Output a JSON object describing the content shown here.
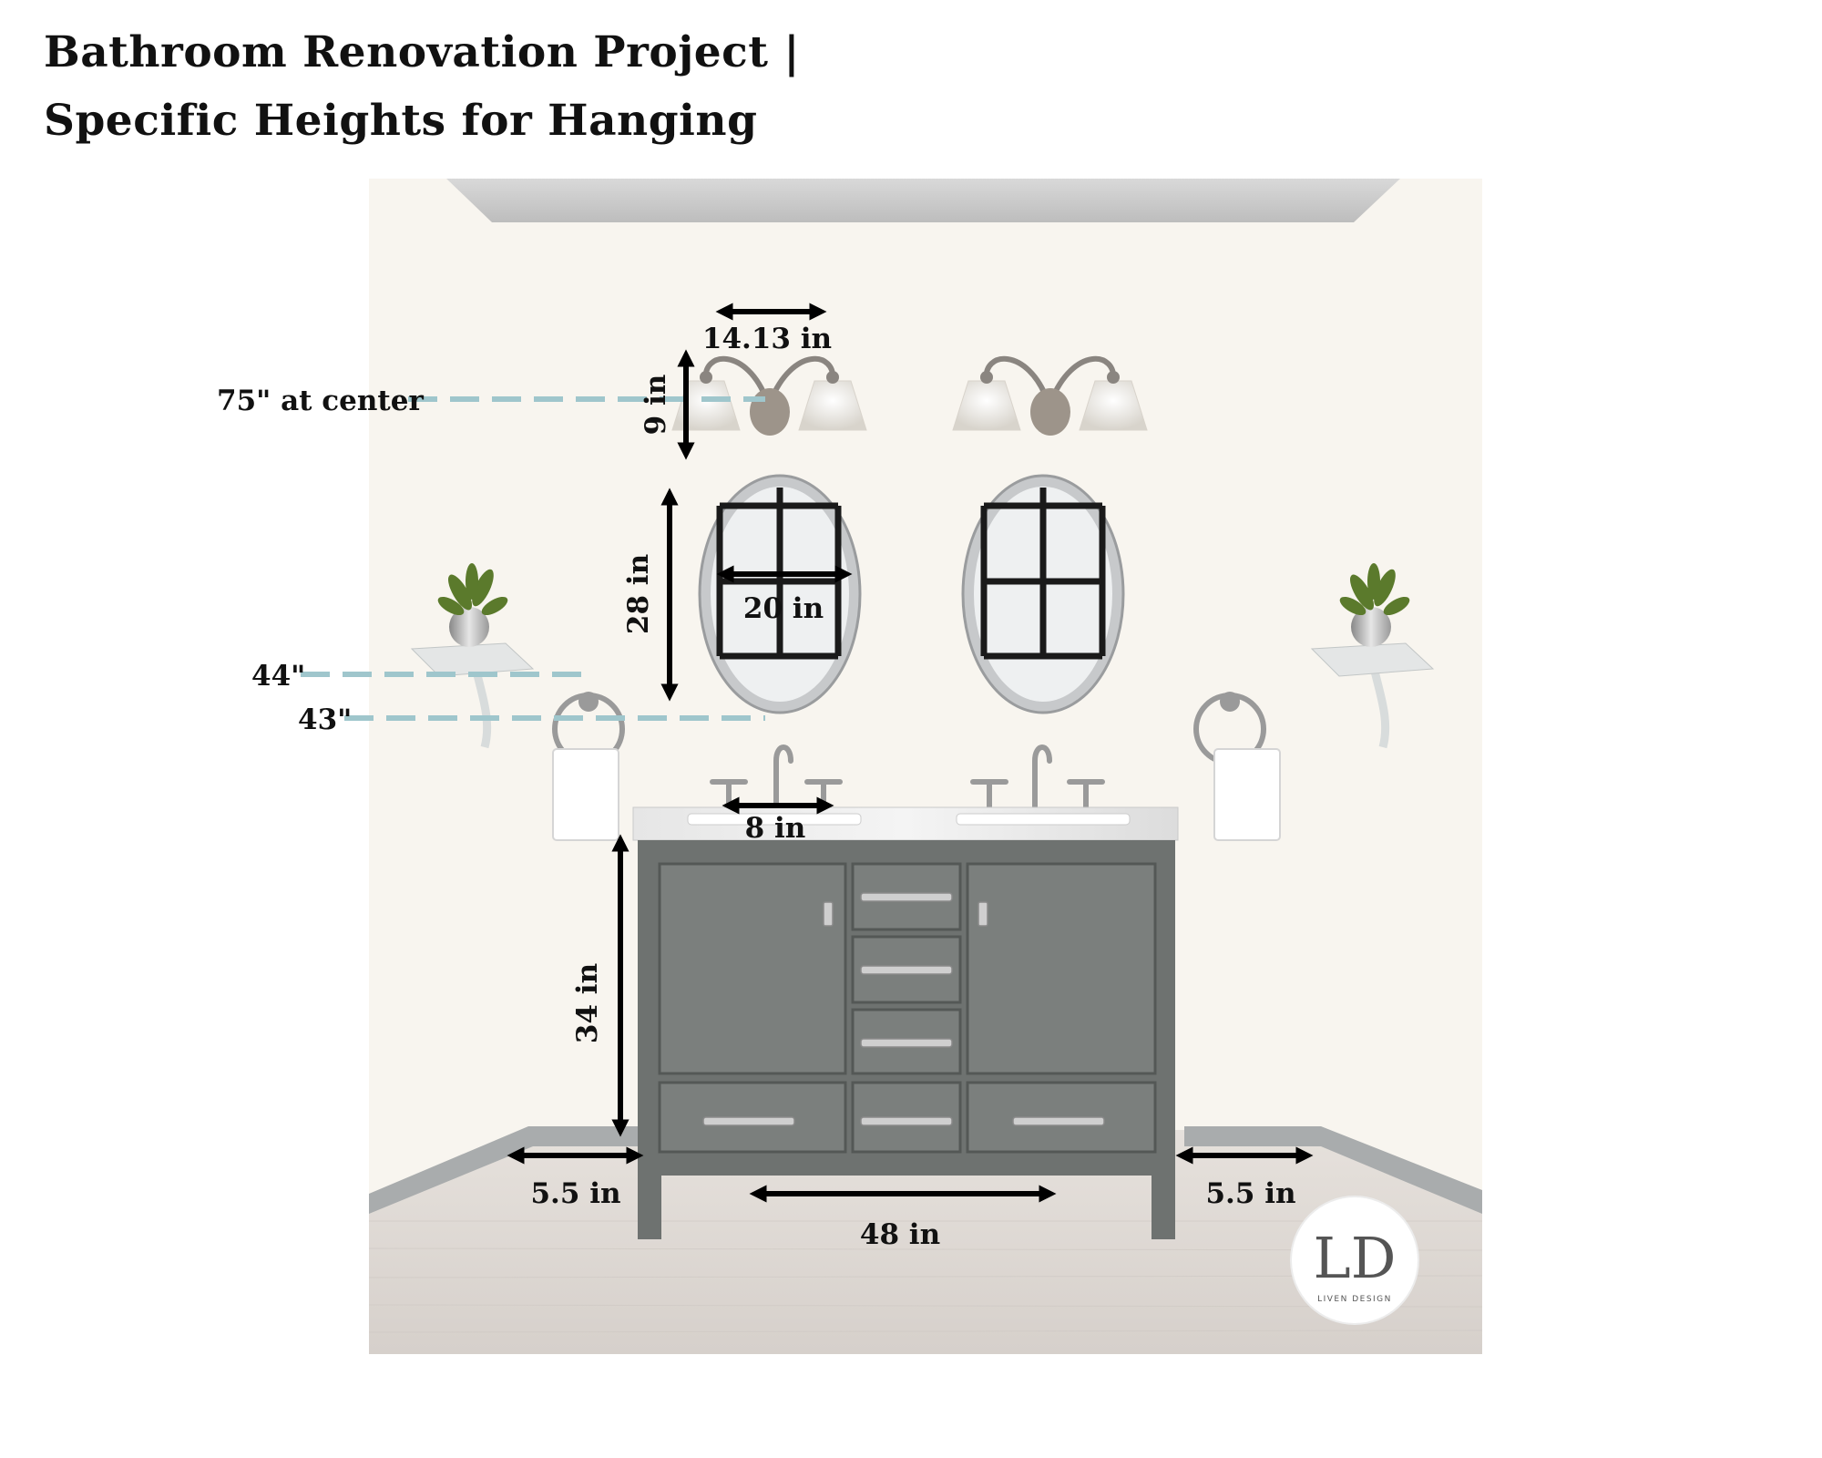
{
  "title": {
    "line1": "Bathroom Renovation Project  |",
    "line2": "Specific Heights for Hanging"
  },
  "measurements": {
    "sconce_width": "14.13 in",
    "sconce_height": "9 in",
    "mirror_height": "28 in",
    "mirror_width": "20 in",
    "faucet_spread": "8 in",
    "vanity_height": "34 in",
    "vanity_width": "48 in",
    "left_clearance": "5.5 in",
    "right_clearance": "5.5 in"
  },
  "hanging_heights": {
    "sconce_center": "75\" at center",
    "shelf": "44\"",
    "towel_ring": "43\""
  },
  "logo": {
    "mark": "LD",
    "name": "LIVEN DESIGN"
  },
  "colors": {
    "wall": "#f8f5ef",
    "floor": "#e2dcd7",
    "vanity": "#6e7270",
    "guide_line": "#9fc6cc",
    "arrow": "#000000"
  }
}
